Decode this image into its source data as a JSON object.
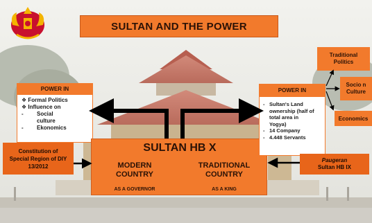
{
  "title": "SULTAN AND THE POWER",
  "logo_icon": "royal-crest-icon",
  "left_panel": {
    "header": "POWER IN",
    "items": [
      {
        "bullet": "❖",
        "text": "Formal Politics"
      },
      {
        "bullet": "❖",
        "text": "Influence on"
      },
      {
        "bullet": "-",
        "text": "Social"
      },
      {
        "bullet": "",
        "text": "culture"
      },
      {
        "bullet": "-",
        "text": "Ekonomics"
      }
    ]
  },
  "constitution": {
    "line1": "Constitution of",
    "line2": "Special Region of DIY",
    "line3": "13/2012"
  },
  "center": {
    "title": "SULTAN HB X",
    "modern": {
      "line1": "MODERN",
      "line2": "COUNTRY",
      "role": "AS A GOVERNOR"
    },
    "traditional": {
      "line1": "TRADITIONAL",
      "line2": "COUNTRY",
      "role": "AS A KING"
    }
  },
  "right_panel": {
    "header": "POWER IN",
    "items": [
      {
        "bullet": "-",
        "lines": [
          "Sultan's Land",
          "ownership (half of",
          "total area in",
          "Yogya)"
        ]
      },
      {
        "bullet": "-",
        "lines": [
          "14 Company"
        ]
      },
      {
        "bullet": "-",
        "lines": [
          "4.448 Servants"
        ]
      }
    ]
  },
  "pageran": {
    "line1": "Paugeran",
    "line2": "Sultan HB IX"
  },
  "domains": {
    "traditional_politics": {
      "line1": "Traditional",
      "line2": "Politics"
    },
    "socio_culture": {
      "line1": "Socio n",
      "line2": "Culture"
    },
    "economics": "Economics"
  },
  "colors": {
    "orange": "#f27a2c",
    "dark_orange": "#e8651a",
    "text_dark": "#2b1206"
  }
}
